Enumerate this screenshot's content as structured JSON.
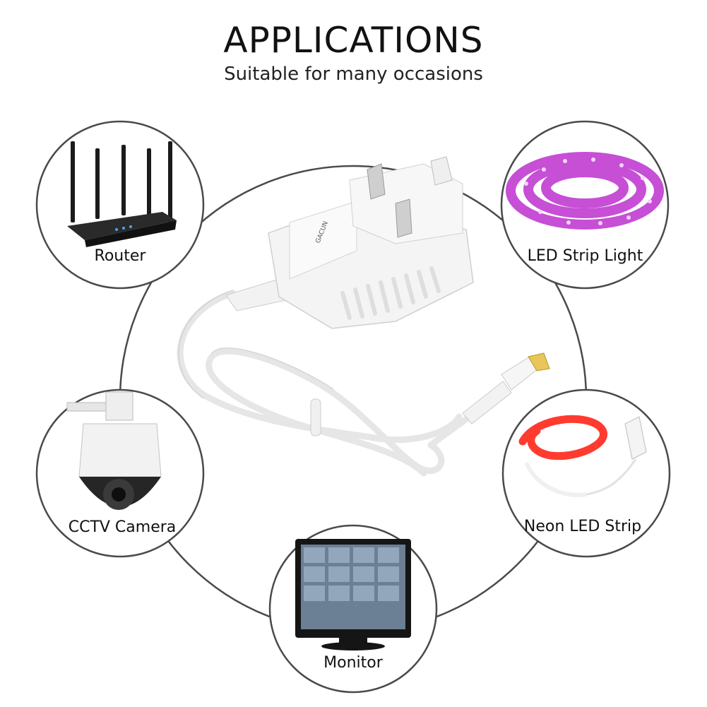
{
  "header": {
    "title": "APPLICATIONS",
    "subtitle": "Suitable for many occasions"
  },
  "adapter": {
    "brand_text": "GACUN"
  },
  "applications": [
    {
      "label": "Router",
      "icon": "router-icon"
    },
    {
      "label": "LED Strip Light",
      "icon": "led-strip-icon"
    },
    {
      "label": "CCTV Camera",
      "icon": "cctv-camera-icon"
    },
    {
      "label": "Neon LED Strip",
      "icon": "neon-strip-icon"
    },
    {
      "label": "Monitor",
      "icon": "monitor-icon"
    }
  ],
  "colors": {
    "ring": "#4a4a4a",
    "adapter": "#f4f4f4",
    "led_strip": "#c64fd6",
    "neon": "#ff3b2f",
    "router": "#1b1b1b",
    "camera_dome": "#262626"
  }
}
